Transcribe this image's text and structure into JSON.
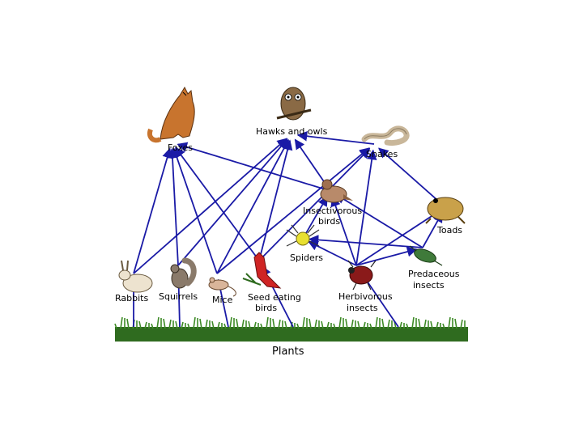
{
  "diagram": {
    "colors": {
      "arrow": "#1a1aa6",
      "grass": "#2f6b1f",
      "background": "#ffffff"
    },
    "nodes": {
      "foxes": {
        "label": "Foxes",
        "icon": "fox-icon"
      },
      "hawks_owls": {
        "label": "Hawks and owls",
        "icon": "owl-icon"
      },
      "snakes": {
        "label": "Snakes",
        "icon": "snake-icon"
      },
      "insectivorous_birds": {
        "label_line1": "Insectivorous",
        "label_line2": "birds",
        "icon": "bird-icon"
      },
      "toads": {
        "label": "Toads",
        "icon": "toad-icon"
      },
      "spiders": {
        "label": "Spiders",
        "icon": "spider-icon"
      },
      "predaceous_insects": {
        "label_line1": "Predaceous",
        "label_line2": "insects",
        "icon": "beetle-icon"
      },
      "rabbits": {
        "label": "Rabbits",
        "icon": "rabbit-icon"
      },
      "squirrels": {
        "label": "Squirrels",
        "icon": "squirrel-icon"
      },
      "mice": {
        "label": "Mice",
        "icon": "mouse-icon"
      },
      "seed_eating_birds": {
        "label_line1": "Seed eating",
        "label_line2": "birds",
        "icon": "cardinal-icon"
      },
      "herbivorous_insects": {
        "label_line1": "Herbivorous",
        "label_line2": "insects",
        "icon": "ladybug-icon"
      },
      "plants": {
        "label": "Plants",
        "icon": "grass-icon"
      }
    },
    "edges": [
      [
        "plants",
        "rabbits"
      ],
      [
        "plants",
        "squirrels"
      ],
      [
        "plants",
        "mice"
      ],
      [
        "plants",
        "seed_eating_birds"
      ],
      [
        "plants",
        "herbivorous_insects"
      ],
      [
        "rabbits",
        "foxes"
      ],
      [
        "squirrels",
        "foxes"
      ],
      [
        "mice",
        "foxes"
      ],
      [
        "rabbits",
        "hawks_owls"
      ],
      [
        "squirrels",
        "hawks_owls"
      ],
      [
        "mice",
        "hawks_owls"
      ],
      [
        "seed_eating_birds",
        "hawks_owls"
      ],
      [
        "insectivorous_birds",
        "hawks_owls"
      ],
      [
        "snakes",
        "hawks_owls"
      ],
      [
        "mice",
        "snakes"
      ],
      [
        "toads",
        "snakes"
      ],
      [
        "herbivorous_insects",
        "snakes"
      ],
      [
        "seed_eating_birds",
        "snakes"
      ],
      [
        "seed_eating_birds",
        "foxes"
      ],
      [
        "insectivorous_birds",
        "foxes"
      ],
      [
        "spiders",
        "insectivorous_birds"
      ],
      [
        "predaceous_insects",
        "insectivorous_birds"
      ],
      [
        "herbivorous_insects",
        "insectivorous_birds"
      ],
      [
        "predaceous_insects",
        "toads"
      ],
      [
        "herbivorous_insects",
        "toads"
      ],
      [
        "herbivorous_insects",
        "spiders"
      ],
      [
        "predaceous_insects",
        "spiders"
      ],
      [
        "herbivorous_insects",
        "predaceous_insects"
      ]
    ]
  }
}
